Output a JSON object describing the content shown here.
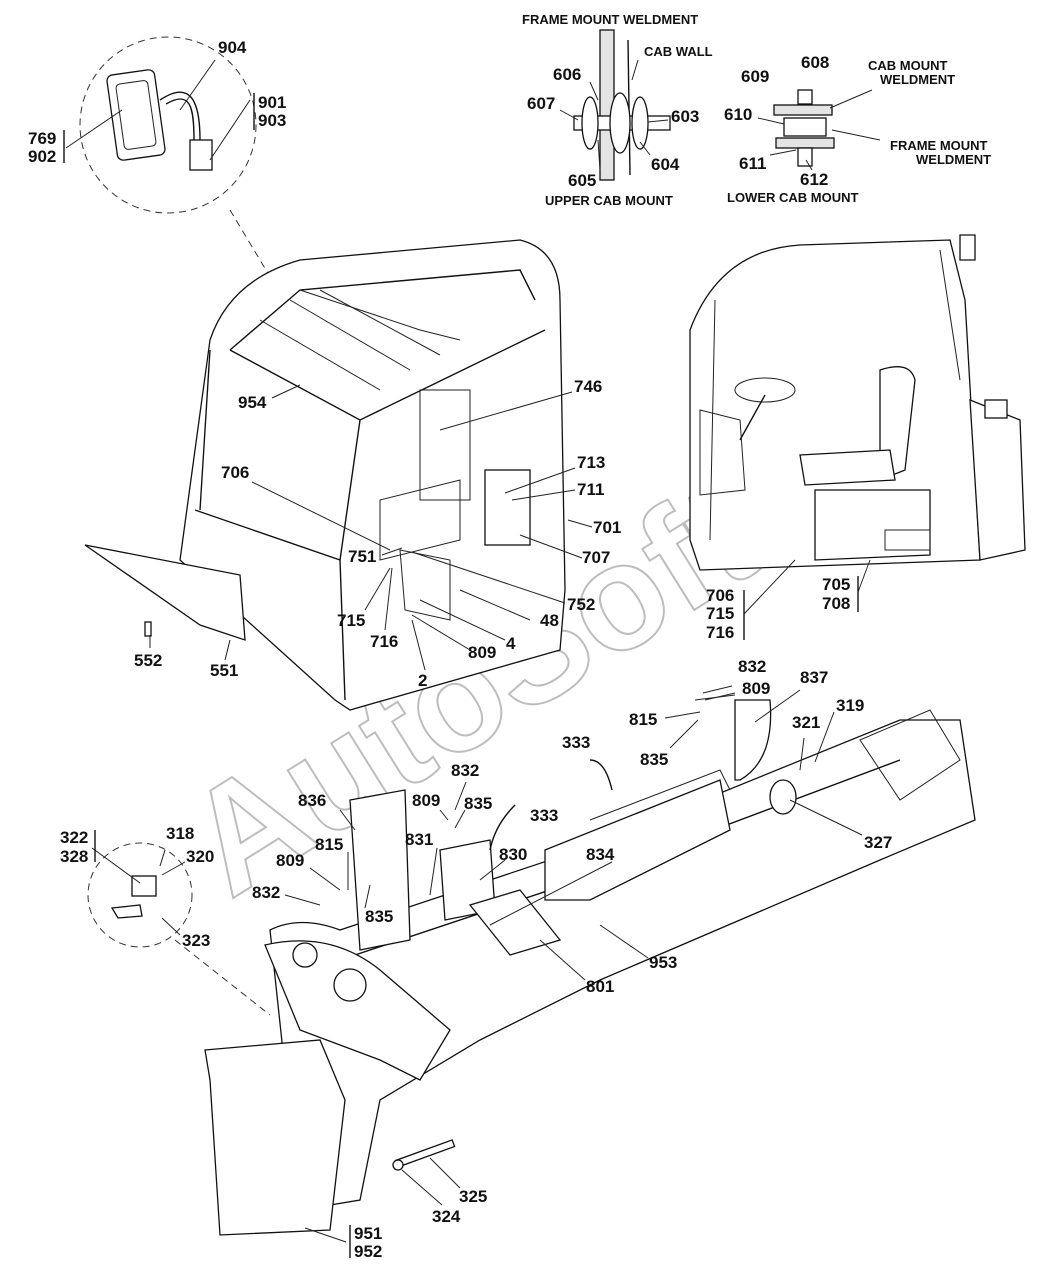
{
  "labels": {
    "l904": "904",
    "l901": "901",
    "l903": "903",
    "l769": "769",
    "l902": "902",
    "l606": "606",
    "l607": "607",
    "l605": "605",
    "l603": "603",
    "l604": "604",
    "l609": "609",
    "l608": "608",
    "l610": "610",
    "l611": "611",
    "l612": "612",
    "l746": "746",
    "l954": "954",
    "l706a": "706",
    "l713": "713",
    "l711": "711",
    "l701": "701",
    "l707": "707",
    "l751": "751",
    "l752": "752",
    "l715a": "715",
    "l716a": "716",
    "l48": "48",
    "l4": "4",
    "l809a": "809",
    "l2": "2",
    "l552": "552",
    "l551": "551",
    "l706b": "706",
    "l715b": "715",
    "l716b": "716",
    "l705": "705",
    "l708": "708",
    "l832a": "832",
    "l809b": "809",
    "l837": "837",
    "l815a": "815",
    "l835a": "835",
    "l321": "321",
    "l319": "319",
    "l333a": "333",
    "l327": "327",
    "l832b": "832",
    "l809c": "809",
    "l835b": "835",
    "l333b": "333",
    "l836": "836",
    "l815b": "815",
    "l831": "831",
    "l830": "830",
    "l834": "834",
    "l809d": "809",
    "l832c": "832",
    "l835c": "835",
    "l322": "322",
    "l328": "328",
    "l318": "318",
    "l320": "320",
    "l323": "323",
    "l953": "953",
    "l801": "801",
    "l325": "325",
    "l324": "324",
    "l951": "951",
    "l952": "952"
  },
  "captions": {
    "frame_mount_weldment_top": "FRAME MOUNT WELDMENT",
    "cab_wall": "CAB WALL",
    "upper_cab_mount": "UPPER CAB MOUNT",
    "cab_mount_weldment": "CAB MOUNT",
    "cab_mount_weldment_2": "WELDMENT",
    "frame_mount_weldment_r": "FRAME MOUNT",
    "frame_mount_weldment_r2": "WELDMENT",
    "lower_cab_mount": "LOWER CAB MOUNT"
  },
  "watermark": "AutoSoft"
}
